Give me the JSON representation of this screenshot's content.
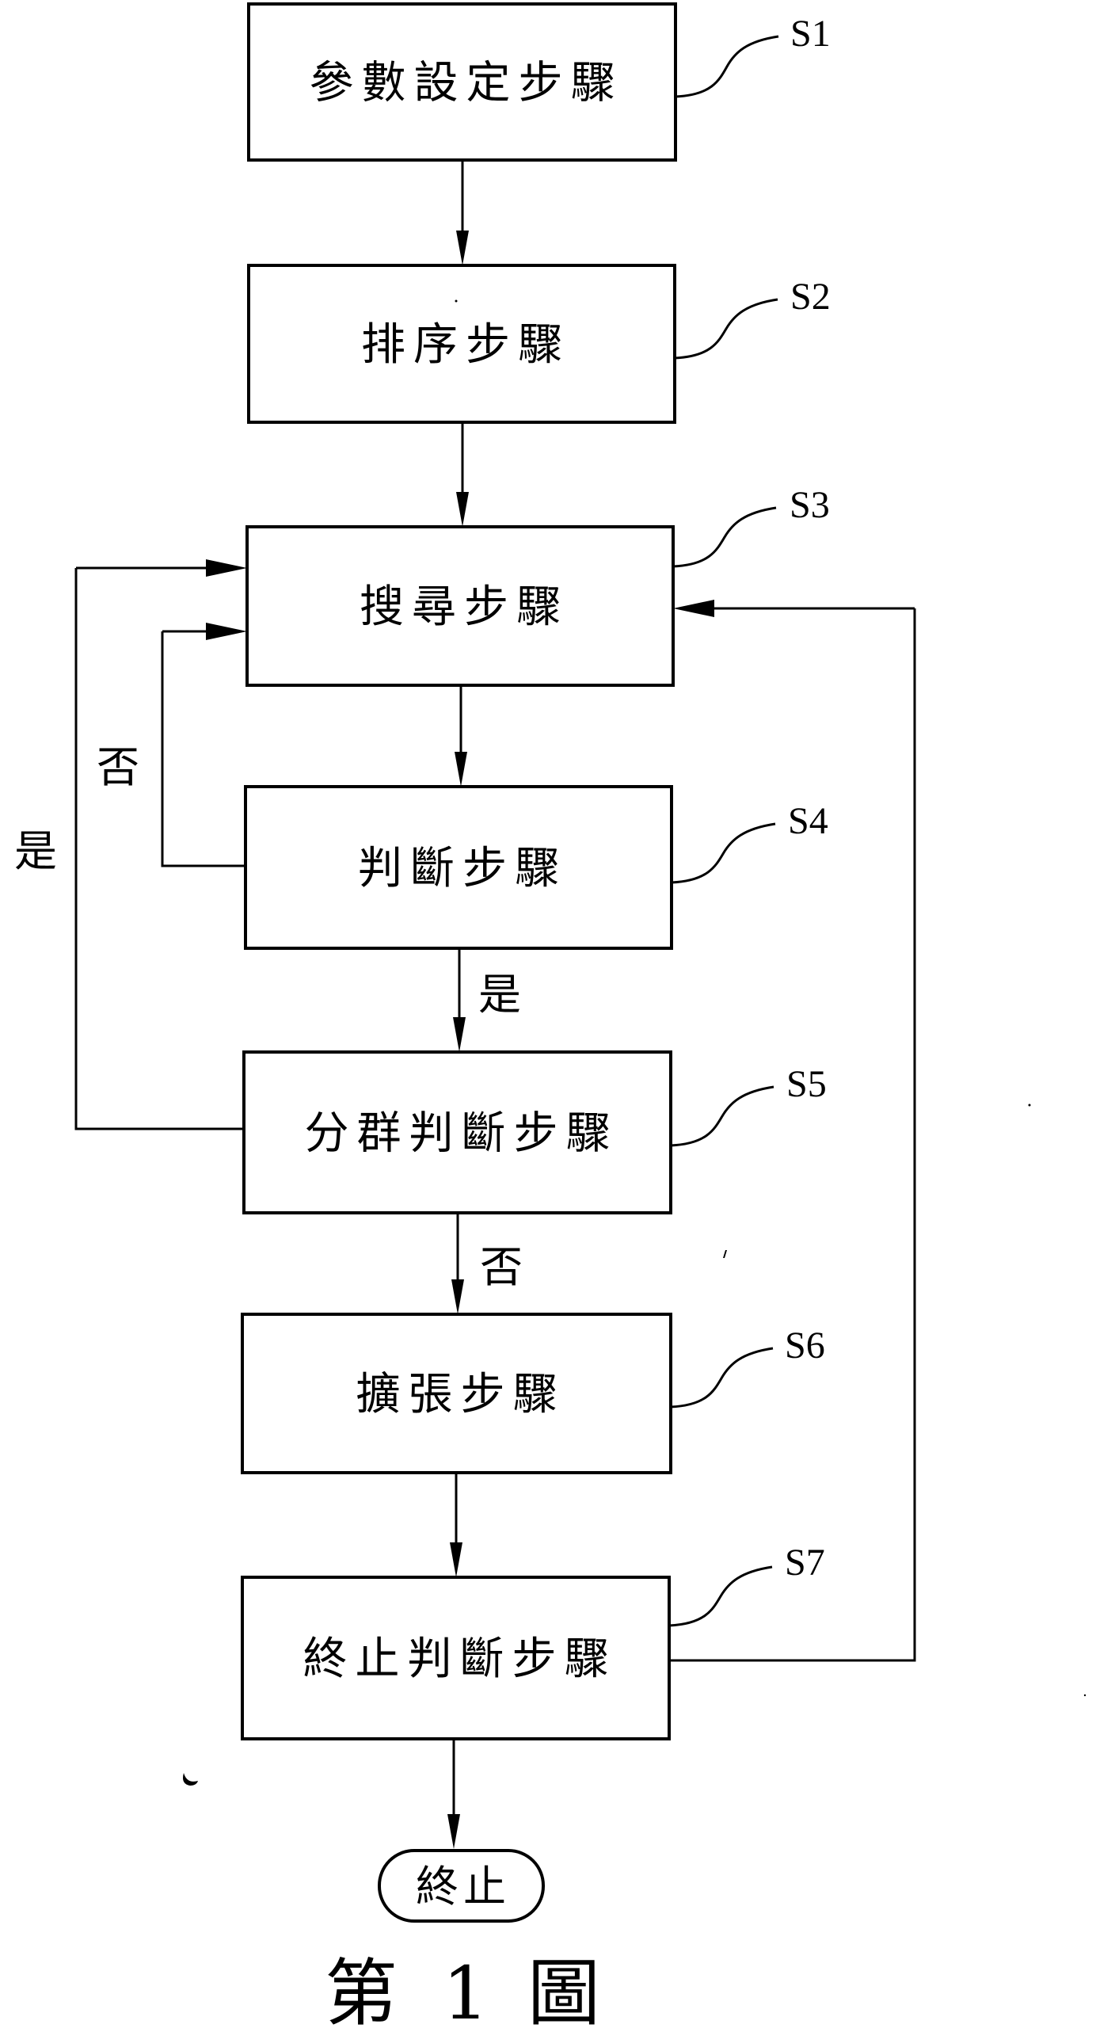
{
  "figure": {
    "caption": [
      "第",
      "1",
      "圖"
    ],
    "steps": [
      {
        "id": "S1",
        "label": "參數設定步驟"
      },
      {
        "id": "S2",
        "label": "排序步驟"
      },
      {
        "id": "S3",
        "label": "搜尋步驟"
      },
      {
        "id": "S4",
        "label": "判斷步驟"
      },
      {
        "id": "S5",
        "label": "分群判斷步驟"
      },
      {
        "id": "S6",
        "label": "擴張步驟"
      },
      {
        "id": "S7",
        "label": "終止判斷步驟"
      }
    ],
    "terminator": {
      "label": "終止"
    },
    "branches": {
      "s4_yes": "是",
      "s4_no": "否",
      "s5_yes": "是",
      "s5_no": "否"
    },
    "edges": [
      {
        "from": "S1",
        "to": "S2"
      },
      {
        "from": "S2",
        "to": "S3"
      },
      {
        "from": "S3",
        "to": "S4"
      },
      {
        "from": "S4",
        "to": "S5",
        "condition": "是"
      },
      {
        "from": "S4",
        "to": "S3",
        "condition": "否"
      },
      {
        "from": "S5",
        "to": "S6",
        "condition": "否"
      },
      {
        "from": "S5",
        "to": "S3",
        "condition": "是"
      },
      {
        "from": "S6",
        "to": "S7"
      },
      {
        "from": "S7",
        "to": "S3"
      },
      {
        "from": "S7",
        "to": "終止"
      }
    ]
  }
}
